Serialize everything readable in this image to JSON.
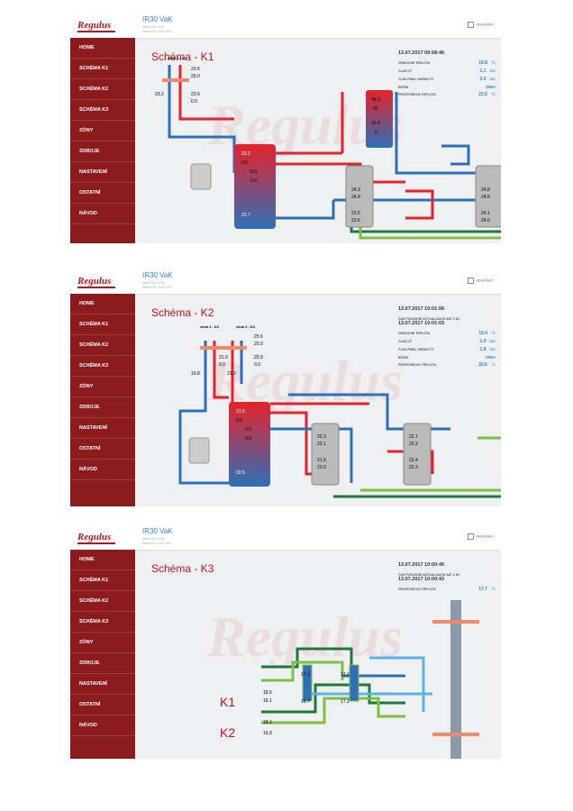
{
  "app_title": "IR30 VaK",
  "logo_text": "Regulus",
  "logout_label": "ODHLÁSIT",
  "version_line1": "Verze FW: 01.08",
  "version_line2": "Datum FW: 18.03.2017",
  "nav": [
    "HOME",
    "SCHÉMA K1",
    "SCHÉMA K2",
    "SCHÉMA K3",
    "ZÓNY",
    "ZDROJE",
    "NASTAVENÍ",
    "OSTATNÍ",
    "NÁVOD"
  ],
  "screens": {
    "k1": {
      "title": "Schéma - K1",
      "timestamp": "13.07.2017 09:58:46",
      "rows": [
        {
          "label": "VENKOVNÍ TEPLOTA",
          "value": "19.8",
          "unit": "°C"
        },
        {
          "label": "TLAK ÚT",
          "value": "1.1",
          "unit": "bar"
        },
        {
          "label": "TLAK PRIM. OKRUH TČ",
          "value": "2.0",
          "unit": "bar"
        },
        {
          "label": "REŽIM",
          "value": "ZIMA",
          "unit": ""
        },
        {
          "label": "PROSTOROVÁ TEPLOTA",
          "value": "23.5",
          "unit": "°C"
        }
      ],
      "zone_label": "zóna 1 - K1",
      "v": {
        "z1_a": "23.6",
        "z1_b": "20.0",
        "z1_c": "23.2",
        "z1_d": "23.6",
        "z1_e": "0.0",
        "tank_top": "23.2",
        "tank_a": "0.0",
        "tank_b": "0.0",
        "tank_c": "0.0",
        "tank_bottom": "22.7",
        "dhw_top": "45.3",
        "dhw_b": "52",
        "dhw_c": "20.4",
        "dhw_d": "0",
        "hp1_a": "24.3",
        "hp1_b": "24.8",
        "hp1_c": "23.5",
        "hp1_d": "23.6",
        "hp2_a": "24.8",
        "hp2_b": "24.8",
        "hp2_c": "24.1",
        "hp2_d": "24.0"
      }
    },
    "k2": {
      "title": "Schéma - K2",
      "timestamp": "13.07.2017 10:01:06",
      "sat_label": "ČAS POSLEDNÍ AKTUALIZACE SAT Z K2",
      "sat_time": "13.07.2017 10:01:03",
      "rows": [
        {
          "label": "VENKOVNÍ TEPLOTA",
          "value": "19.4",
          "unit": "°C"
        },
        {
          "label": "TLAK ÚT",
          "value": "1.0",
          "unit": "bar"
        },
        {
          "label": "TLAK PRIM. OKRUH TČ",
          "value": "1.8",
          "unit": "bar"
        },
        {
          "label": "REŽIM",
          "value": "ZIMA",
          "unit": ""
        },
        {
          "label": "PROSTOROVÁ TEPLOTA",
          "value": "20.6",
          "unit": "°C"
        }
      ],
      "zone1_label": "zóna 1 - K2",
      "zone2_label": "zóna 2 - K2",
      "v": {
        "z1_a": "21.0",
        "z1_b": "0.0",
        "z1_c": "19.8",
        "z2_a": "25.6",
        "z2_b": "20.0",
        "z2_c": "20.9",
        "z2_d": "0.0",
        "z2_e": "21.0",
        "tank_top": "21.5",
        "tank_a": "0.0",
        "tank_b": "0.0",
        "tank_c": "0.0",
        "tank_bottom": "20.5",
        "hp1_a": "22.3",
        "hp1_b": "23.1",
        "hp1_c": "21.5",
        "hp1_d": "23.0",
        "hp2_a": "22.7",
        "hp2_b": "23.2",
        "hp2_c": "22.4",
        "hp2_d": "22.3"
      }
    },
    "k3": {
      "title": "Schéma - K3",
      "timestamp": "13.07.2017 10:00:46",
      "sat_label": "ČAS POSLEDNÍ AKTUALIZACE SAT Z K2",
      "sat_time": "13.07.2017 10:00:43",
      "room_label": "PROSTOROVÁ TEPLOTA",
      "room_value": "17.7",
      "room_unit": "°C",
      "k1": "K1",
      "k2": "K2",
      "v": {
        "a": "18.5",
        "b": "18.1",
        "c": "18.1",
        "d": "16.9",
        "e": "17.1",
        "f": "16.7",
        "g": "17.2",
        "h": "17.1"
      }
    }
  },
  "colors": {
    "brand": "#c0131b",
    "sidebar": "#8c1b1d",
    "hot": "#e5222b",
    "cold": "#2f6fb8",
    "green": "#7dc043",
    "dark_green": "#1e7a3a",
    "light_blue": "#5bb4e6",
    "orange": "#f08a6a"
  }
}
